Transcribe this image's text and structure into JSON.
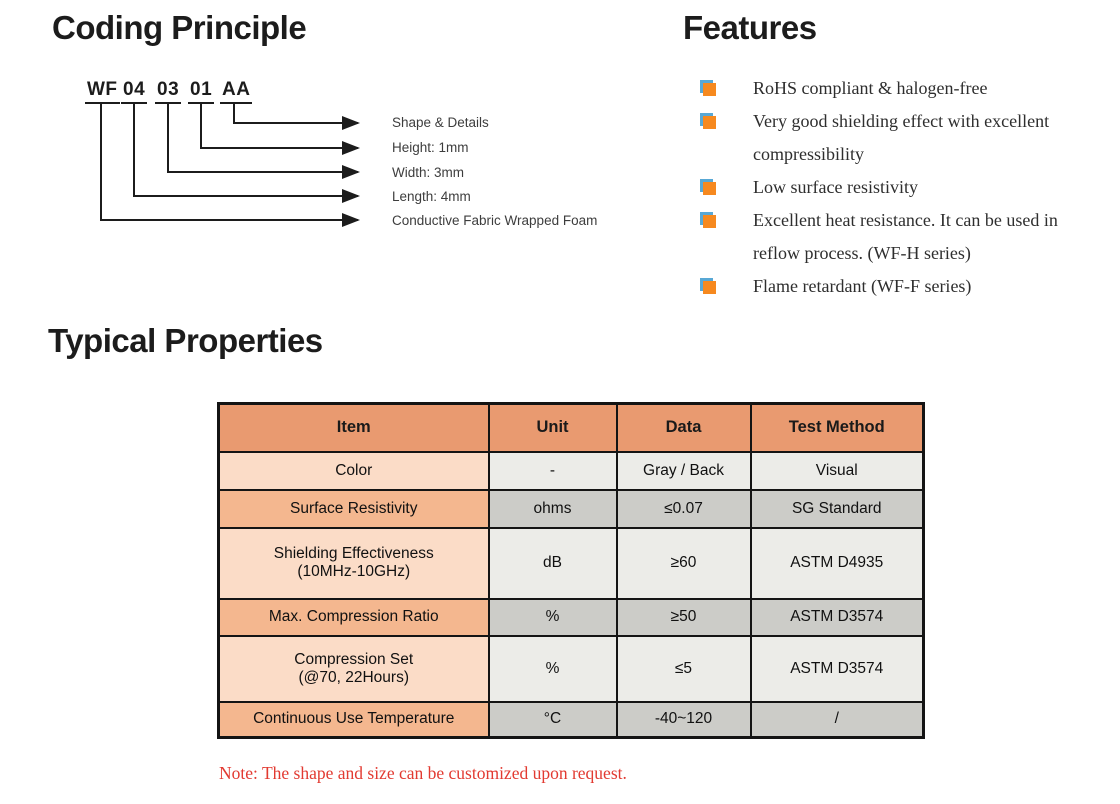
{
  "coding_principle": {
    "title": "Coding Principle",
    "code_segments": [
      "WF",
      "04",
      "03",
      "01",
      "AA"
    ],
    "labels": [
      "Shape & Details",
      "Height: 1mm",
      "Width: 3mm",
      "Length: 4mm",
      "Conductive Fabric Wrapped Foam"
    ]
  },
  "features": {
    "title": "Features",
    "items": [
      "RoHS compliant & halogen-free",
      "Very good shielding effect with excellent compressibility",
      "Low surface resistivity",
      "Excellent heat resistance. It can be used in reflow process. (WF-H series)",
      "Flame retardant (WF-F series)"
    ]
  },
  "typical_properties": {
    "title": "Typical Properties",
    "table": {
      "headers": [
        "Item",
        "Unit",
        "Data",
        "Test Method"
      ],
      "rows": [
        {
          "item": "Color",
          "unit": "-",
          "data": "Gray / Back",
          "test_method": "Visual"
        },
        {
          "item": "Surface Resistivity",
          "unit": "ohms",
          "data": "≤0.07",
          "test_method": "SG Standard"
        },
        {
          "item": "Shielding Effectiveness\n(10MHz-10GHz)",
          "unit": "dB",
          "data": "≥60",
          "test_method": "ASTM D4935"
        },
        {
          "item": "Max. Compression Ratio",
          "unit": "%",
          "data": "≥50",
          "test_method": "ASTM D3574"
        },
        {
          "item": "Compression Set\n(@70, 22Hours)",
          "unit": "%",
          "data": "≤5",
          "test_method": "ASTM D3574"
        },
        {
          "item": "Continuous Use Temperature",
          "unit": "°C",
          "data": "-40~120",
          "test_method": "/"
        }
      ]
    },
    "note": "Note: The shape and size can be customized upon request."
  },
  "colors": {
    "header_bg": "#E99A70",
    "item_light": "#FBDCC7",
    "item_medium": "#F4B78F",
    "cell_light": "#ECECE8",
    "cell_dark": "#CCCCC8",
    "bullet_orange": "#F6891F",
    "bullet_blue": "#58A8D5",
    "note_red": "#E23A31"
  }
}
